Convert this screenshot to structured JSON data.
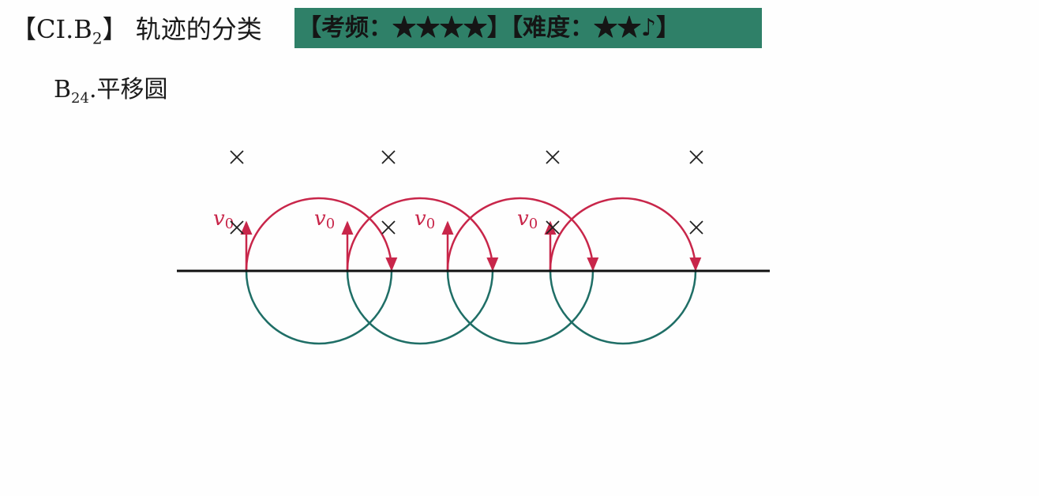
{
  "header": {
    "section_open": "【CI.B",
    "section_sub": "2",
    "section_close": "】",
    "title": "轨迹的分类",
    "badge": "【考频：★★★★】【难度：★★♪】"
  },
  "subheading": {
    "prefix": "B",
    "sub": "24",
    "text": ".平移圆"
  },
  "diagram": {
    "velocity_label": "v",
    "velocity_sub": "0",
    "circle_count": 4,
    "colors": {
      "upper_arc": "#c8264a",
      "lower_arc": "#1f6e66",
      "baseline": "#111111",
      "field_marks": "#222222"
    }
  }
}
